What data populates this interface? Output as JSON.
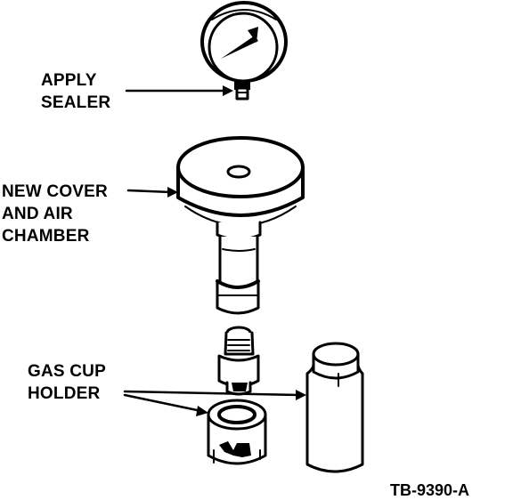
{
  "labels": {
    "apply_sealer": [
      "APPLY",
      "SEALER"
    ],
    "new_cover": [
      "NEW COVER",
      "AND AIR",
      "CHAMBER"
    ],
    "gas_cup_holder": [
      "GAS CUP",
      "HOLDER"
    ]
  },
  "figure_ref": "TB-9390-A"
}
